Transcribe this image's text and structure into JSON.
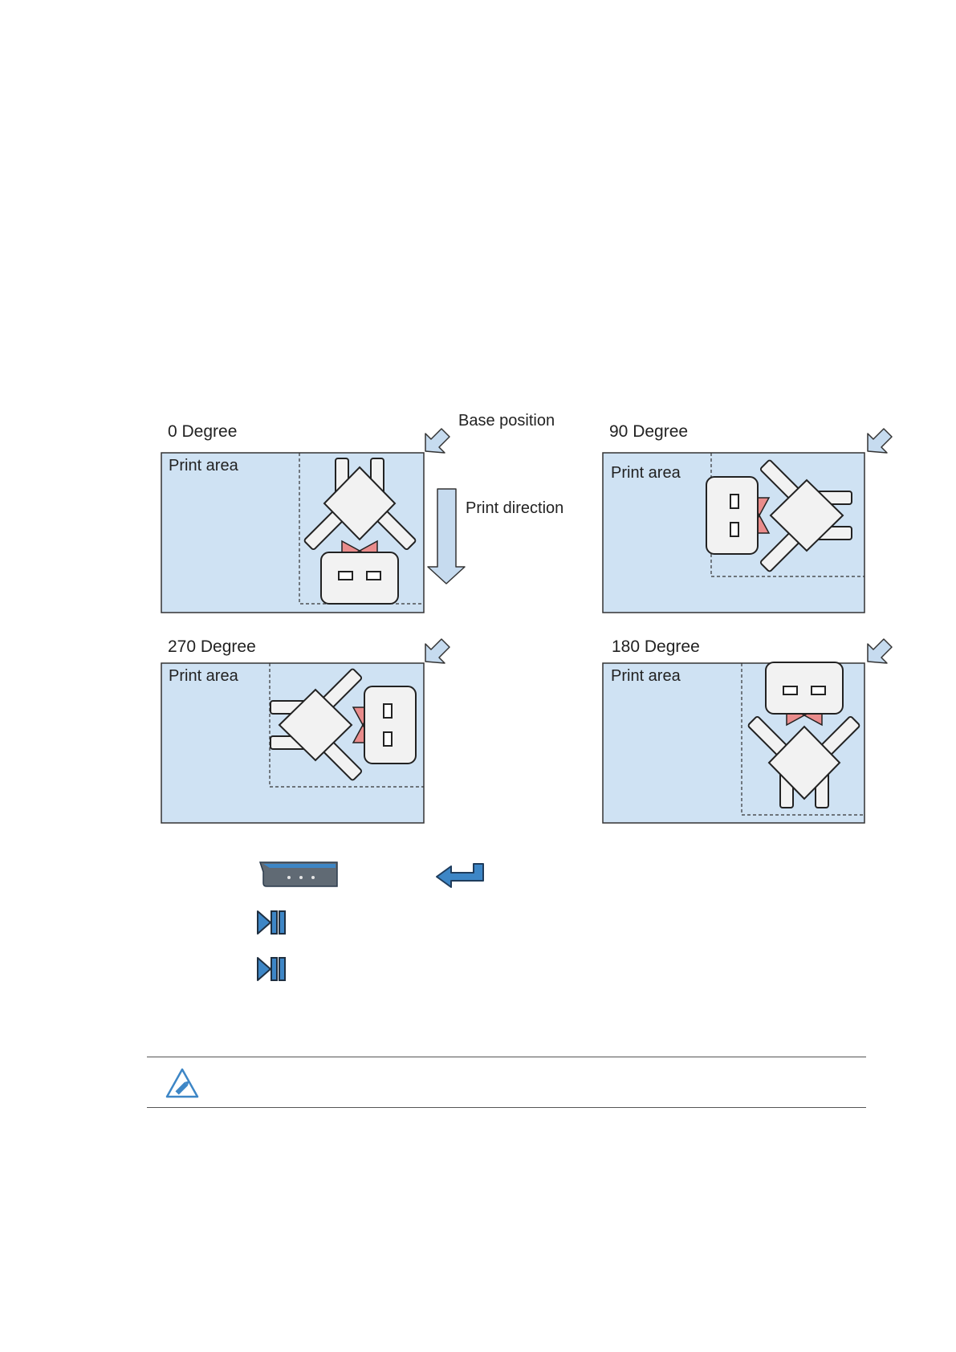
{
  "diagram": {
    "base_position_label": "Base position",
    "print_direction_label": "Print direction",
    "panels": [
      {
        "id": "0",
        "title": "0 Degree",
        "area_label": "Print area"
      },
      {
        "id": "90",
        "title": "90 Degree",
        "area_label": "Print area"
      },
      {
        "id": "270",
        "title": "270 Degree",
        "area_label": "Print area"
      },
      {
        "id": "180",
        "title": "180 Degree",
        "area_label": "Print area"
      }
    ]
  },
  "colors": {
    "print_area_fill": "#cfe2f3",
    "arrow_fill": "#c6dbef",
    "bow_tie": "#e98c8c",
    "robot_fill": "#f2f2f2",
    "icon_blue": "#3d86c6",
    "icon_dark": "#2a3a4c"
  },
  "icons": {
    "menu_bar": "menu-bar-icon",
    "enter": "enter-icon",
    "play_pause_1": "play-pause-icon",
    "play_pause_2": "play-pause-icon",
    "note": "note-pencil-icon"
  }
}
